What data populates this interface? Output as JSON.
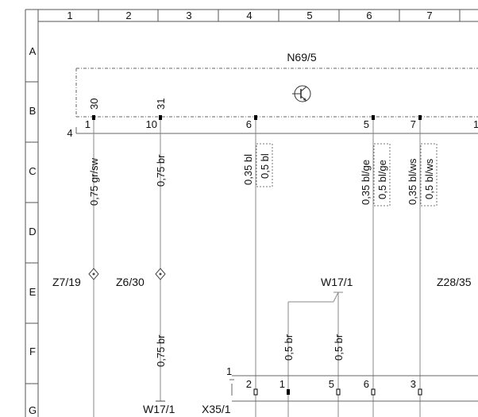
{
  "grid": {
    "columns": [
      "1",
      "2",
      "3",
      "4",
      "5",
      "6",
      "7"
    ],
    "rows": [
      "A",
      "B",
      "C",
      "D",
      "E",
      "F",
      "G"
    ]
  },
  "component": {
    "name": "N69/5",
    "connector_id": "4",
    "pins": [
      {
        "cavity": "30",
        "pin": "1"
      },
      {
        "cavity": "31",
        "pin": "10"
      },
      {
        "cavity": "",
        "pin": "6"
      },
      {
        "cavity": "",
        "pin": "5"
      },
      {
        "cavity": "",
        "pin": "7"
      },
      {
        "cavity": "",
        "pin": "1"
      }
    ]
  },
  "wires": [
    {
      "label": "0,75 gr/sw"
    },
    {
      "label": "0,75 br"
    },
    {
      "label": "0,35 bl"
    },
    {
      "label": "0,5 bl"
    },
    {
      "label": "0,35 bl/ge"
    },
    {
      "label": "0,5 bl/ge"
    },
    {
      "label": "0,35 bl/ws"
    },
    {
      "label": "0,5 bl/ws"
    },
    {
      "label": "0,75 br"
    },
    {
      "label": "0,5 br"
    },
    {
      "label": "0,5 br"
    }
  ],
  "splices": [
    {
      "label": "Z7/19"
    },
    {
      "label": "Z6/30"
    },
    {
      "label": "Z28/35"
    }
  ],
  "grounds": [
    {
      "label": "W17/1"
    },
    {
      "label": "W17/1"
    }
  ],
  "bottom_connector": {
    "name": "X35/1",
    "connector_id": "1",
    "pins": [
      "2",
      "1",
      "5",
      "6",
      "3"
    ]
  }
}
